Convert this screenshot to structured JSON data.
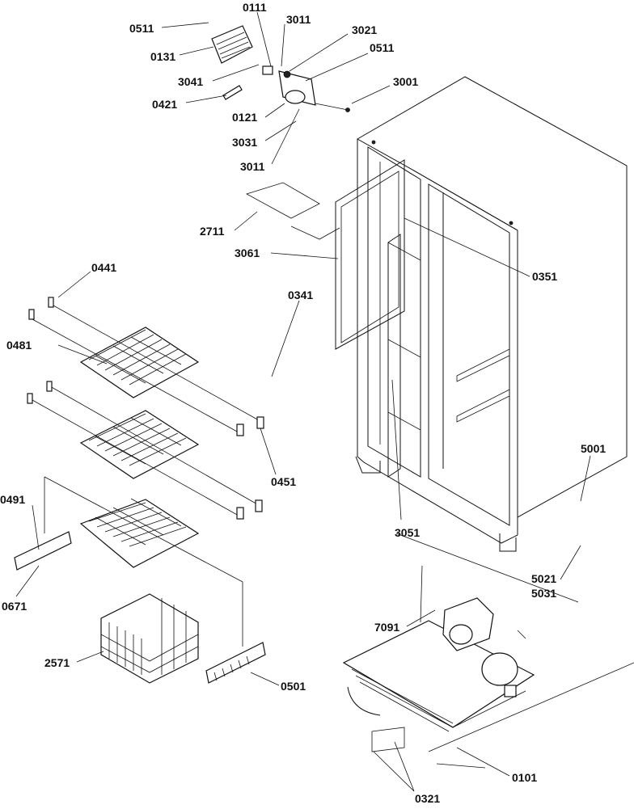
{
  "labels": [
    {
      "text": "0511"
    },
    {
      "text": "0131"
    },
    {
      "text": "0111"
    },
    {
      "text": "3011"
    },
    {
      "text": "3021"
    },
    {
      "text": "0511"
    },
    {
      "text": "3041"
    },
    {
      "text": "0421"
    },
    {
      "text": "0121"
    },
    {
      "text": "3031"
    },
    {
      "text": "3011"
    },
    {
      "text": "3001"
    },
    {
      "text": "2711"
    },
    {
      "text": "3061"
    },
    {
      "text": "0351"
    },
    {
      "text": "0441"
    },
    {
      "text": "0341"
    },
    {
      "text": "0481"
    },
    {
      "text": "0451"
    },
    {
      "text": "0491"
    },
    {
      "text": "3051"
    },
    {
      "text": "5001"
    },
    {
      "text": "0671"
    },
    {
      "text": "5021"
    },
    {
      "text": "5031"
    },
    {
      "text": "7091"
    },
    {
      "text": "2571"
    },
    {
      "text": "0501"
    },
    {
      "text": "0101"
    },
    {
      "text": "0321"
    }
  ]
}
